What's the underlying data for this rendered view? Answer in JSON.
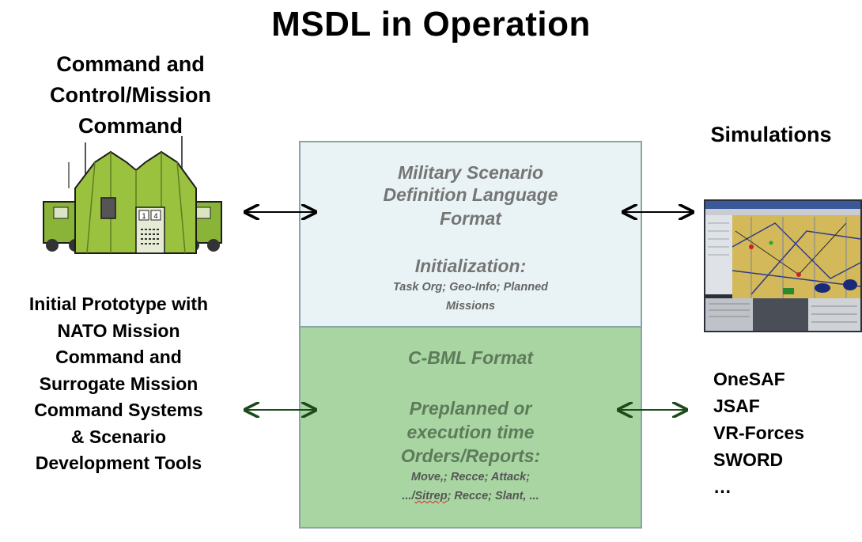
{
  "title": "MSDL in Operation",
  "left_top_lines": [
    "Command and",
    "Control/Mission",
    "Command"
  ],
  "left_bottom_lines": [
    "Initial Prototype with",
    "NATO Mission",
    "Command and",
    "Surrogate Mission",
    "Command Systems",
    "& Scenario",
    "Development Tools"
  ],
  "right_label": "Simulations",
  "simulations": [
    "OneSAF",
    "JSAF",
    "VR-Forces",
    "SWORD",
    "…"
  ],
  "msdl_box": {
    "title_lines": [
      "Military Scenario",
      "Definition Language",
      "Format"
    ],
    "subtitle": "Initialization:",
    "detail_lines": [
      "Task Org; Geo-Info; Planned",
      "Missions"
    ]
  },
  "cbml_box": {
    "title": "C-BML Format",
    "subtitle_lines": [
      "Preplanned or",
      "execution time",
      "Orders/Reports:"
    ],
    "detail_line1": "Move,; Recce; Attack;",
    "detail_line2_pre": ".../",
    "detail_line2_squiggle": "Sitrep",
    "detail_line2_post": "; Recce; Slant, ..."
  },
  "tent_labels": [
    "1",
    "4"
  ]
}
